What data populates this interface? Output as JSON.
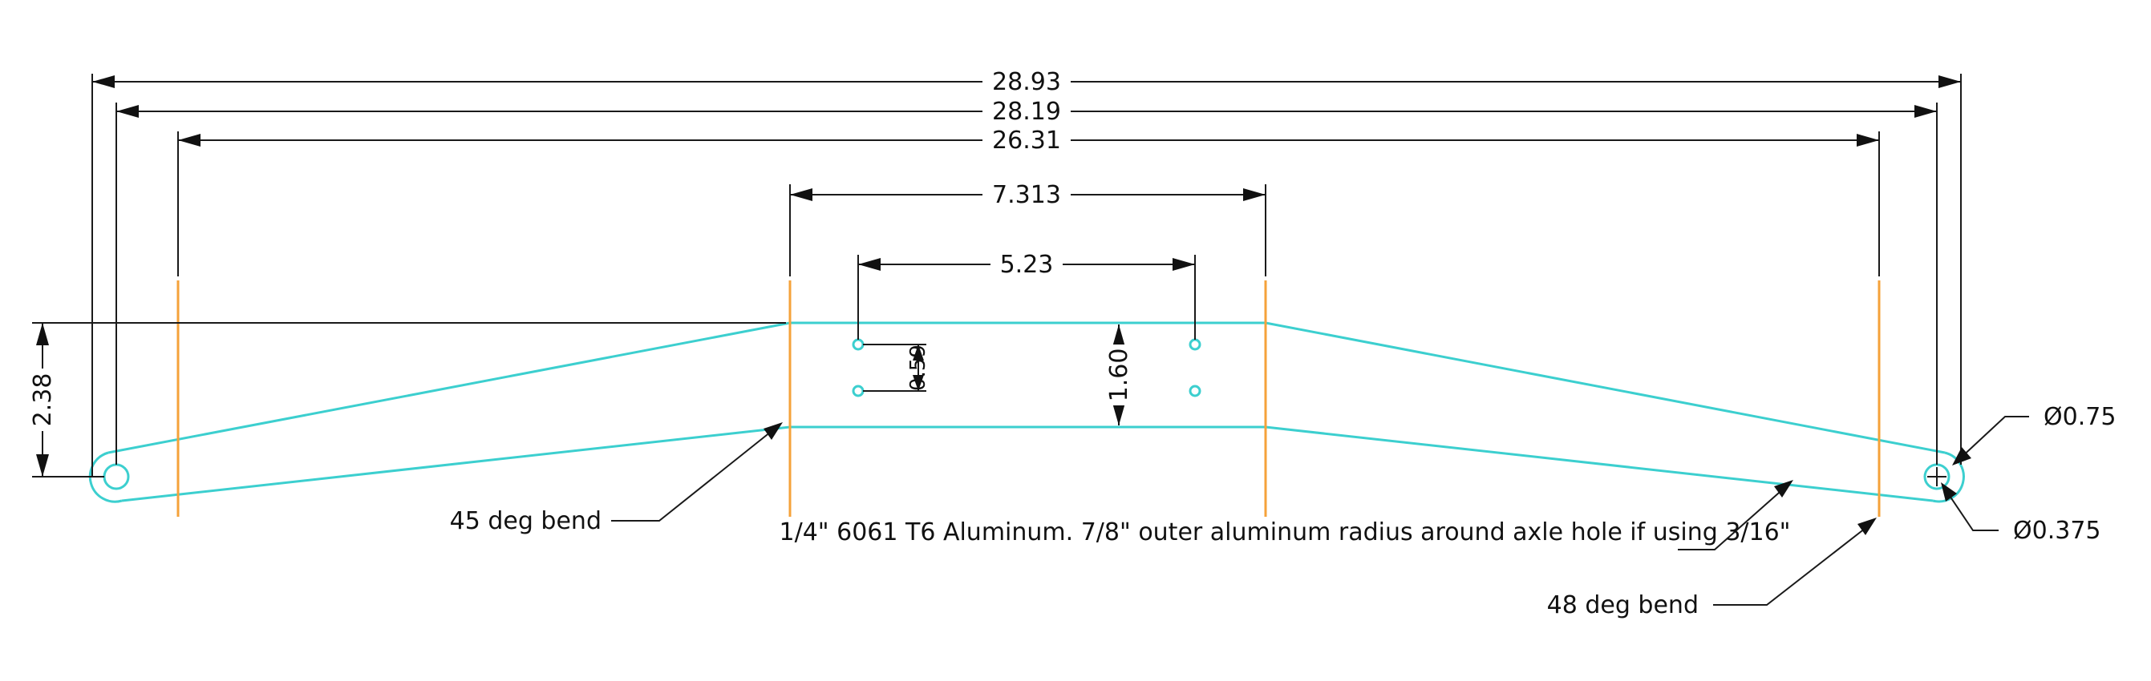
{
  "dimensions": {
    "overall_outer": "28.93",
    "hole_to_hole": "28.19",
    "bend_to_bend": "26.31",
    "center_section": "7.313",
    "mount_holes_spacing": "5.23",
    "center_height": "1.60",
    "small_hole_spacing": "0.59",
    "drop_height": "2.38"
  },
  "callouts": {
    "outer_diameter": "Ø0.75",
    "hole_diameter": "Ø0.375"
  },
  "notes": {
    "bend_left": "45 deg bend",
    "bend_right": "48 deg bend",
    "material": "1/4\" 6061 T6 Aluminum. 7/8\" outer aluminum radius around axle hole if using 3/16\""
  },
  "colors": {
    "part_outline": "#3ccfcf",
    "bend_lines": "#f5a23a",
    "dimension_lines": "#1a1a1a"
  }
}
